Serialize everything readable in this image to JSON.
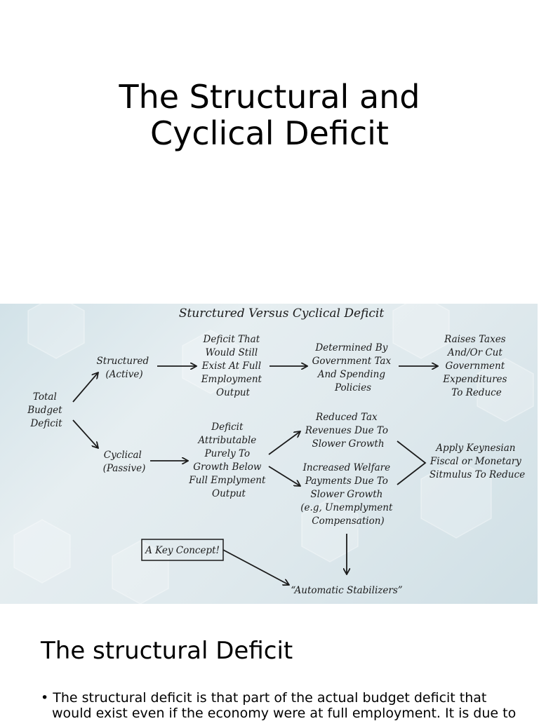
{
  "slide": {
    "title_lines": [
      "The Structural and",
      "Cyclical Deficit"
    ],
    "section_heading": "The structural Deficit",
    "bullet_marker": "•",
    "bullet_text": "The structural deficit is that part of the actual budget deficit that would exist even if the economy were at full employment. It is due to"
  },
  "diagram": {
    "title": "Sturctured Versus Cyclical Deficit",
    "nodes": {
      "total": [
        "Total",
        "Budget",
        "Deficit"
      ],
      "structured": [
        "Structured",
        "(Active)"
      ],
      "cyclical": [
        "Cyclical",
        "(Passive)"
      ],
      "deficit_full_employment": [
        "Deficit That",
        "Would Still",
        "Exist At Full",
        "Employment",
        "Output"
      ],
      "determined_by": [
        "Determined By",
        "Government Tax",
        "And Spending",
        "Policies"
      ],
      "raises_taxes": [
        "Raises Taxes",
        "And/Or Cut",
        "Government",
        "Expenditures",
        "To Reduce"
      ],
      "deficit_attributable": [
        "Deficit",
        "Attributable",
        "Purely To",
        "Growth Below",
        "Full Emplyment",
        "Output"
      ],
      "reduced_tax": [
        "Reduced Tax",
        "Revenues Due To",
        "Slower Growth"
      ],
      "increased_welfare": [
        "Increased Welfare",
        "Payments Due To",
        "Slower Growth",
        "(e.g, Unemplyment",
        "Compensation)"
      ],
      "apply_keynesian": [
        "Apply Keynesian",
        "Fiscal or Monetary",
        "Sitmulus To Reduce"
      ],
      "key_concept": [
        "A Key Concept!"
      ],
      "automatic_stabilizers": [
        "“Automatic Stabilizers”"
      ]
    }
  }
}
